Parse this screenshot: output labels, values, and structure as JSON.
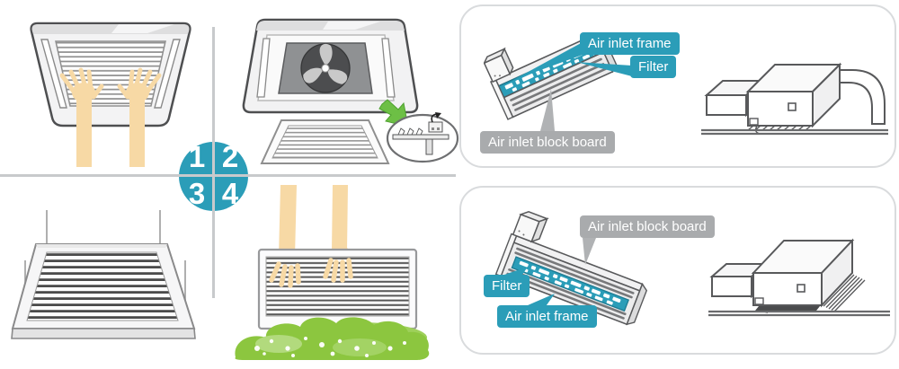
{
  "steps": {
    "numbers": [
      "1",
      "2",
      "3",
      "4"
    ]
  },
  "panel_top": {
    "labels": {
      "frame": "Air inlet frame",
      "filter": "Filter",
      "board": "Air inlet block board"
    }
  },
  "panel_bottom": {
    "labels": {
      "board": "Air inlet block board",
      "filter": "Filter",
      "frame": "Air inlet frame"
    }
  },
  "colors": {
    "accent_teal": "#2b9db8",
    "label_gray": "#a9abad",
    "divider_gray": "#c8cacc",
    "panel_border": "#d9dbdd",
    "outline": "#58595b",
    "skin": "#f7d9a5",
    "green": "#8cc63f"
  },
  "icons": {
    "fan": "fan-icon",
    "zoom_arrow": "green-zoom-arrow-icon",
    "hook_detail": "filter-hook-detail"
  }
}
